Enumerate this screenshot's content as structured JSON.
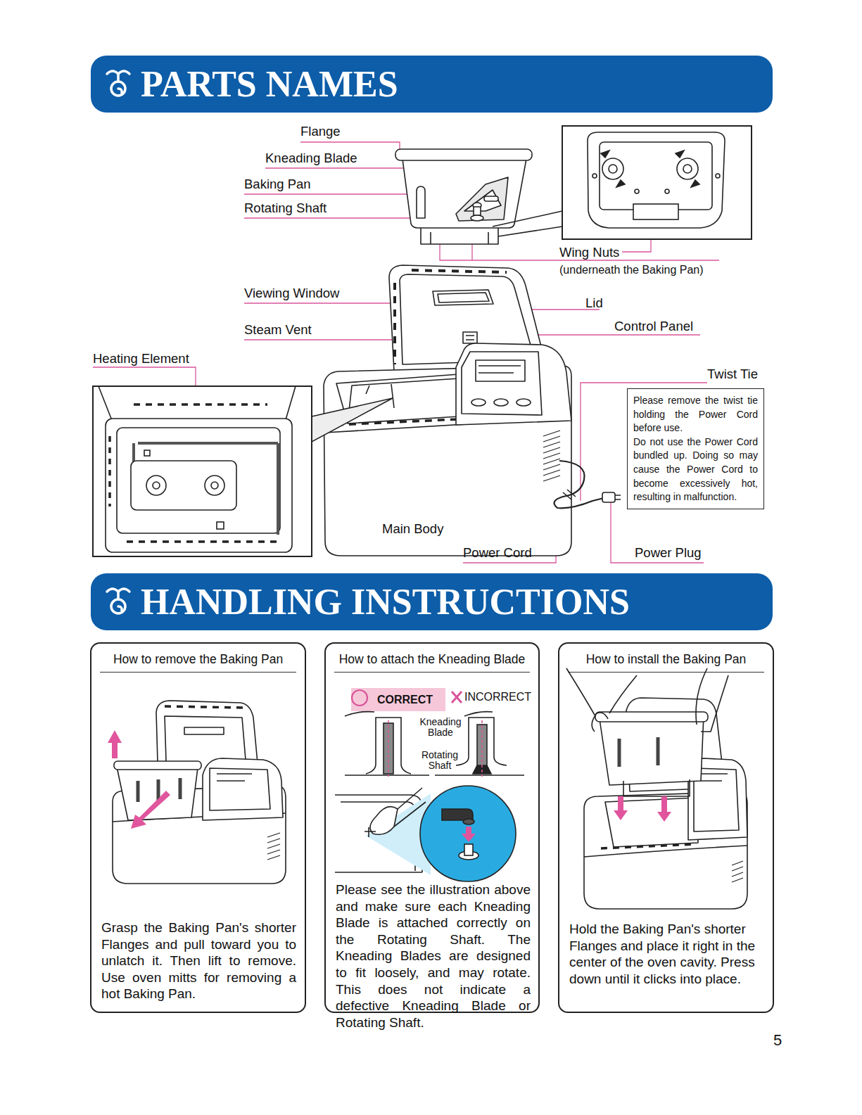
{
  "diagram": {
    "nodes": [
      {
        "text": [
          "PARTS NAMES"
        ]
      },
      {
        "text": [
          "Please remove the twist tie holding the Power Cord before use.",
          "Do not use the Power Cord bundled up. Doing so may cause the Power Cord to become excessively hot, resulting in malfunction."
        ]
      },
      {
        "text": [
          "HANDLING INSTRUCTIONS"
        ]
      },
      {
        "text": [
          "How to remove the Baking Pan",
          "Grasp the Baking Pan's shorter Flanges and pull toward you to unlatch it. Then lift to remove. Use oven mitts for removing a hot Baking Pan."
        ]
      },
      {
        "text": [
          "How to attach the Kneading Blade",
          "Please see the illustration above and make sure each Kneading Blade is attached correctly on the Rotating Shaft. The Kneading Blades are designed to fit loosely, and may rotate. This does not indicate a defective Kneading Blade or Rotating Shaft."
        ]
      },
      {
        "text": [
          "CORRECT"
        ],
        "in": 4
      },
      {
        "text": [
          "How to install the Baking Pan",
          "Hold the Baking Pan's shorter Flanges and place it right in the center of the oven cavity. Press down until it clicks into place."
        ]
      }
    ],
    "labels": [
      "Flange",
      "Kneading Blade",
      "Baking Pan",
      "Rotating Shaft",
      "Wing Nuts",
      "(underneath the Baking Pan)",
      "Viewing Window",
      "Lid",
      "Steam Vent",
      "Control Panel",
      "Heating Element",
      "Twist Tie",
      "Main Body",
      "Power Cord",
      "Power Plug",
      "INCORRECT",
      "Kneading Blade",
      "Rotating Shaft",
      "5"
    ]
  }
}
